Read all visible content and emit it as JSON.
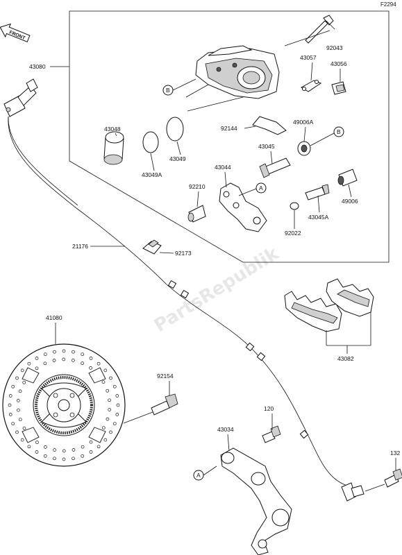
{
  "figure_code": "F2294",
  "front_label": "FRONT",
  "watermark": "PartsRepublik",
  "callout_letters": {
    "a": "A",
    "b": "B"
  },
  "part_numbers": {
    "p92043": "92043",
    "p43080": "43080",
    "p43057": "43057",
    "p43056": "43056",
    "p43048": "43048",
    "p92144": "92144",
    "p49006a": "49006A",
    "p43045": "43045",
    "p43049a": "43049A",
    "p43049": "43049",
    "p43044": "43044",
    "p92210": "92210",
    "p43045a": "43045A",
    "p49006": "49006",
    "p92022": "92022",
    "p21176": "21176",
    "p92173": "92173",
    "p41080": "41080",
    "p43082": "43082",
    "p92154": "92154",
    "p120": "120",
    "p43034": "43034",
    "p132": "132"
  }
}
